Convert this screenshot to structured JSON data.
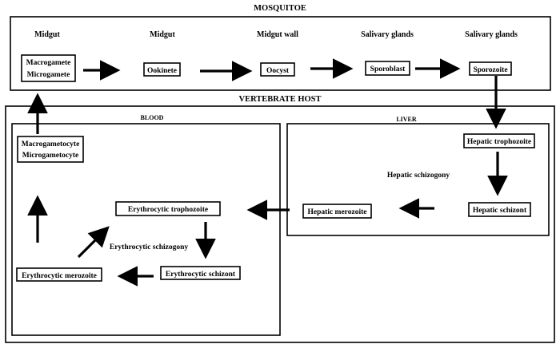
{
  "titles": {
    "mosquito": "MOSQUITOE",
    "vertebrate": "VERTEBRATE HOST",
    "blood": "BLOOD",
    "liver": "LIVER"
  },
  "mosquito_stages": [
    {
      "location": "Midgut",
      "stage_lines": [
        "Macrogamete",
        "Microgamete"
      ]
    },
    {
      "location": "Midgut",
      "stage_lines": [
        "Ookinete"
      ]
    },
    {
      "location": "Midgut wall",
      "stage_lines": [
        "Oocyst"
      ]
    },
    {
      "location": "Salivary glands",
      "stage_lines": [
        "Sporoblast"
      ]
    },
    {
      "location": "Salivary glands",
      "stage_lines": [
        "Sporozoite"
      ]
    }
  ],
  "liver": {
    "trophozoite": "Hepatic trophozoite",
    "process": "Hepatic schizogony",
    "schizont": "Hepatic schizont",
    "merozoite": "Hepatic merozoite"
  },
  "blood": {
    "gametocyte_lines": [
      "Macrogametocyte",
      "Microgametocyte"
    ],
    "trophozoite": "Erythrocytic trophozoite",
    "process": "Erythrocytic schizogony",
    "schizont": "Erythrocytic schizont",
    "merozoite": "Erythrocytic merozoite"
  }
}
